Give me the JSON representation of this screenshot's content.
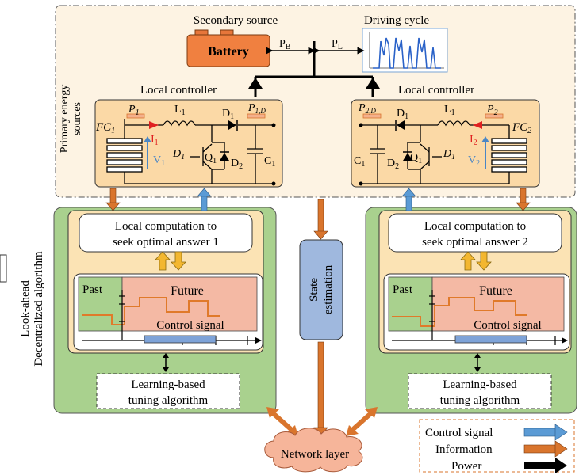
{
  "top": {
    "secondary_source": "Secondary source",
    "driving_cycle": "Driving cycle",
    "battery": "Battery",
    "pb": "P",
    "pb_sub": "B",
    "pl": "P",
    "pl_sub": "L",
    "primary_sources_1": "Primary energy",
    "primary_sources_2": "sources"
  },
  "converter_left": {
    "title": "Local controller",
    "fc": "FC",
    "fc_sub": "1",
    "p_in": "P",
    "p_in_sub": "1",
    "inductor": "L",
    "inductor_sub": "1",
    "diode_top": "D",
    "diode_top_sub": "1",
    "p_out": "P",
    "p_out_sub": "1,D",
    "current": "I",
    "current_sub": "1",
    "voltage": "V",
    "voltage_sub": "1",
    "switch_diode": "D",
    "switch_diode_sub": "1",
    "switch": "Q",
    "switch_sub": "1",
    "diode2": "D",
    "diode2_sub": "2",
    "capacitor": "C",
    "capacitor_sub": "1"
  },
  "converter_right": {
    "title": "Local controller",
    "fc": "FC",
    "fc_sub": "2",
    "p_in": "P",
    "p_in_sub": "2",
    "inductor": "L",
    "inductor_sub": "1",
    "diode_top": "D",
    "diode_top_sub": "1",
    "p_out": "P",
    "p_out_sub": "2,D",
    "current": "I",
    "current_sub": "2",
    "voltage": "V",
    "voltage_sub": "2",
    "switch_diode": "D",
    "switch_diode_sub": "1",
    "switch": "Q",
    "switch_sub": "1",
    "diode2": "D",
    "diode2_sub": "2",
    "capacitor": "C",
    "capacitor_sub": "1"
  },
  "algo_left": {
    "computation_1": "Local computation to",
    "computation_2": "seek optimal answer 1",
    "past": "Past",
    "future": "Future",
    "control_signal": "Control signal",
    "tuning_1": "Learning-based",
    "tuning_2": "tuning algorithm"
  },
  "algo_right": {
    "computation_1": "Local computation to",
    "computation_2": "seek optimal answer 2",
    "past": "Past",
    "future": "Future",
    "control_signal": "Control signal",
    "tuning_1": "Learning-based",
    "tuning_2": "tuning algorithm"
  },
  "side_label_1": "Look-ahead",
  "side_label_2": "Decentralized algorithm",
  "state_estimation_1": "State",
  "state_estimation_2": "estimation",
  "network_layer": "Network layer",
  "legend": {
    "control_signal": "Control signal",
    "information": "Information",
    "power": "Power"
  },
  "colors": {
    "panel_bg": "#fdf3e3",
    "algo_green": "#a9d18e",
    "inner_box": "#fbe3b4",
    "converter_fill": "#fbd9a6",
    "battery_fill": "#f08040",
    "info_arrow": "#d9752d",
    "control_arrow": "#5b9bd5",
    "state_box": "#9fb8de",
    "cloud_fill": "#f6b59a",
    "past_fill": "#a9d18e",
    "future_fill": "#f4b9a4",
    "signal_line": "#e07a2a",
    "current_red": "#e02020",
    "voltage_blue": "#4a86c5"
  }
}
